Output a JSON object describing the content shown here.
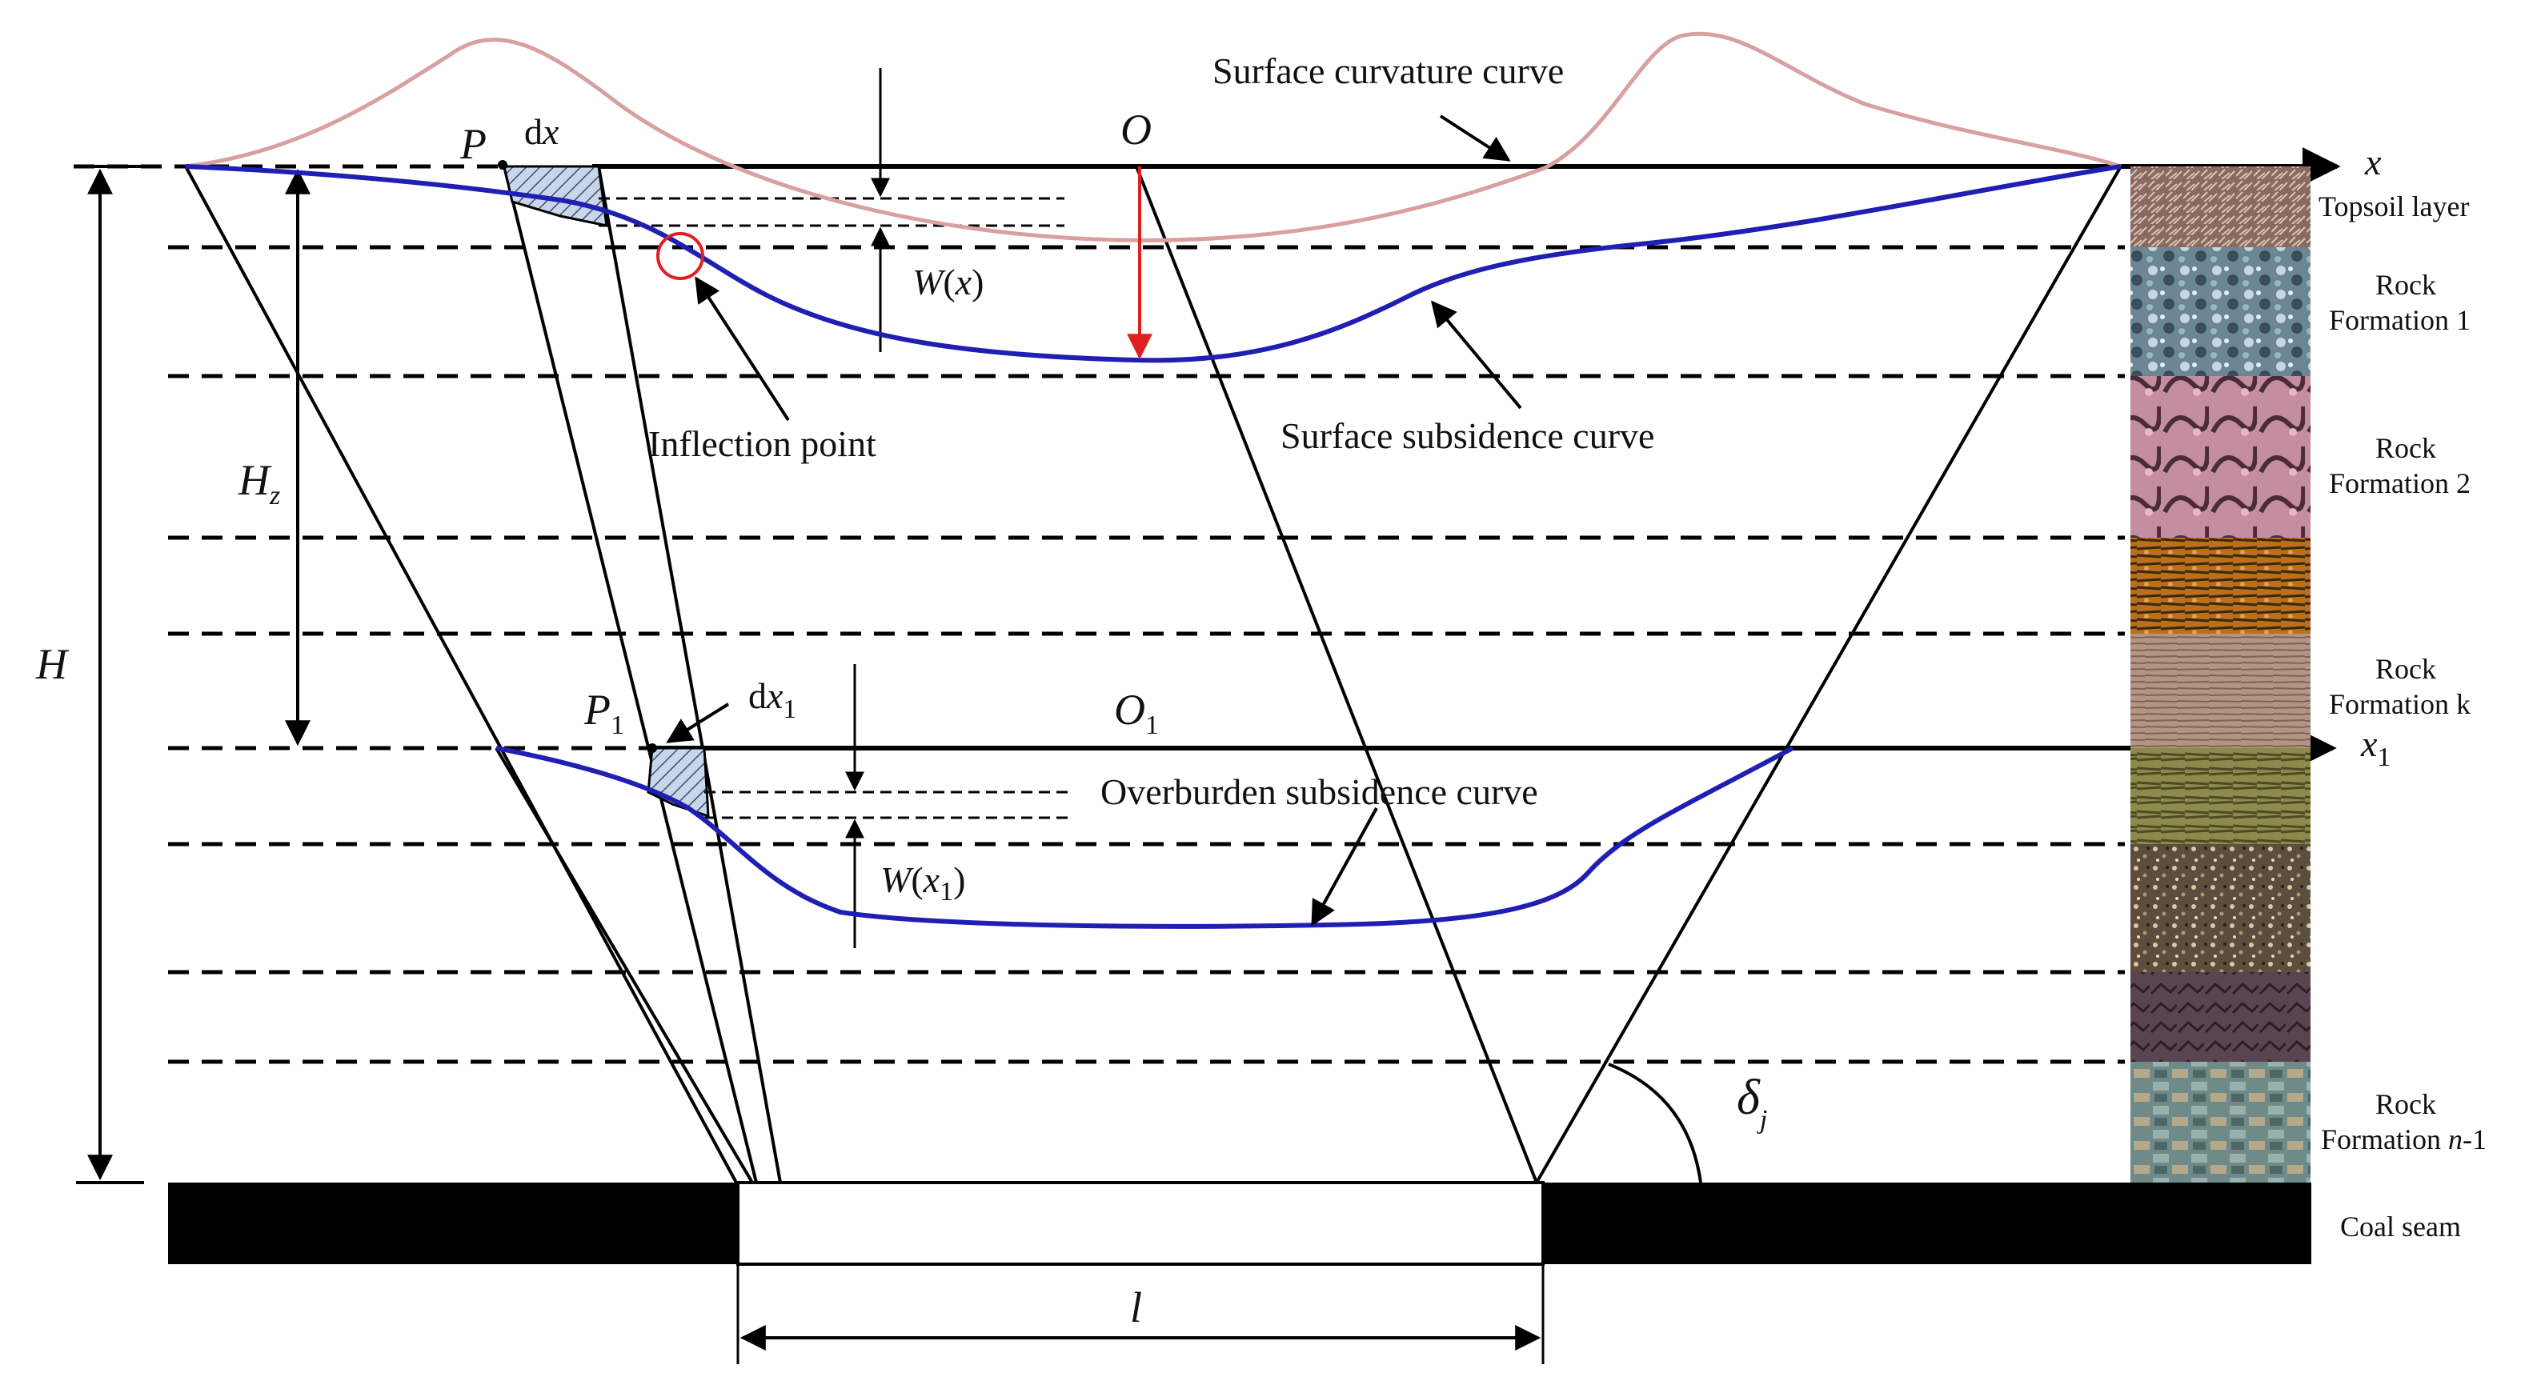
{
  "labels": {
    "surface_curvature_curve": "Surface curvature curve",
    "surface_subsidence_curve": "Surface subsidence curve",
    "overburden_subsidence_curve": "Overburden subsidence curve",
    "inflection_point": "Inflection point",
    "point_P": "P",
    "dx_d": "d",
    "dx_x": "x",
    "origin_O": "O",
    "axis_x": "x",
    "W_x_W": "W",
    "W_x_open": "(",
    "W_x_x": "x",
    "W_x_close": ")",
    "point_P1": "P",
    "point_P1_sub": "1",
    "dx1_d": "d",
    "dx1_x": "x",
    "dx1_sub": "1",
    "origin_O1": "O",
    "origin_O1_sub": "1",
    "axis_x1": "x",
    "axis_x1_sub": "1",
    "W_x1_W": "W",
    "W_x1_open": "(",
    "W_x1_x": "x",
    "W_x1_sub": "1",
    "W_x1_close": ")",
    "H": "H",
    "Hz_H": "H",
    "Hz_sub": "z",
    "delta": "δ",
    "delta_sub": "j",
    "l": "l"
  },
  "strata": {
    "topsoil": "Topsoil layer",
    "rock1_line1": "Rock",
    "rock1_line2": "Formation 1",
    "rock2_line1": "Rock",
    "rock2_line2": "Formation 2",
    "rockk_line1": "Rock",
    "rockk_line2": "Formation k",
    "rockn_line1": "Rock",
    "rockn_line2a": "Formation ",
    "rockn_line2b": "n",
    "rockn_line2c": "-1",
    "coal_seam": "Coal seam"
  },
  "colors": {
    "subsidence_curve": "#1f1fb4",
    "curvature_curve": "#d9a0a0",
    "subsidence_arrow": "#e02020",
    "inflection_marker": "#e02020",
    "coal_seam": "#000000",
    "layer_topsoil": "#8a6a5e",
    "layer_rock1": "#6b8796",
    "layer_rock2": "#b77f94",
    "layer_orange": "#b8701f",
    "layer_rockk": "#b49585",
    "layer_olive": "#8c8a4c",
    "layer_speckled": "#6a5a48",
    "layer_dark": "#5a4450",
    "layer_rockn": "#6e8b8a"
  }
}
